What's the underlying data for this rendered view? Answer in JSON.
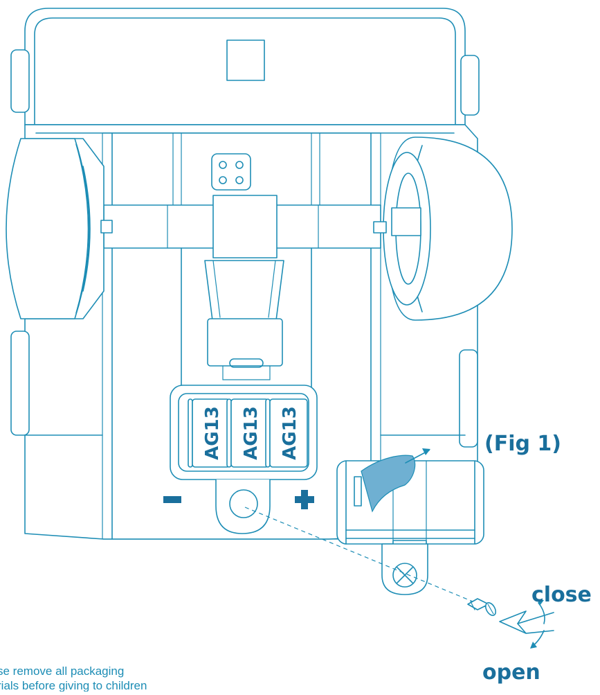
{
  "battery_labels": [
    "AG13",
    "AG13",
    "AG13"
  ],
  "polarity": {
    "negative": "−",
    "positive": "+"
  },
  "figure_label": "(Fig 1)",
  "directions": {
    "close": "close",
    "open": "open"
  },
  "note_lines": [
    "se remove all packaging",
    "rials before giving to children"
  ],
  "colors": {
    "line": "#1d8db5",
    "text": "#1a6f9c",
    "tab": "#6fb0d2"
  }
}
